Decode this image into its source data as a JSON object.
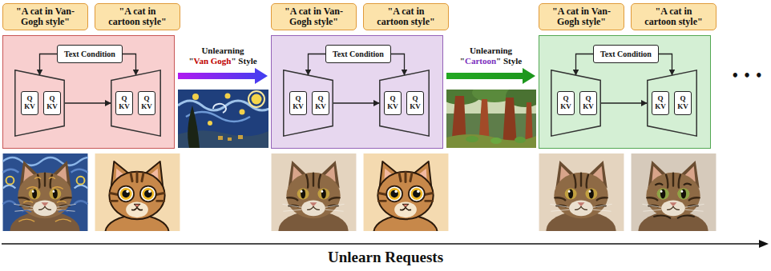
{
  "diagram": {
    "nodes": [
      {
        "text": [
          "\"A cat in Van-Gogh style\""
        ]
      },
      {
        "text": [
          "\"A cat in cartoon style\""
        ]
      },
      {
        "text": []
      },
      {
        "text": [
          "Text Condition"
        ],
        "in": 2
      },
      {
        "text": [],
        "in": 2
      },
      {
        "text": [
          "Q KV"
        ],
        "in": 4
      },
      {
        "text": [
          "Q KV"
        ],
        "in": 4
      },
      {
        "text": [],
        "in": 2
      },
      {
        "text": [
          "Q KV"
        ],
        "in": 7
      },
      {
        "text": [
          "Q KV"
        ],
        "in": 7
      },
      {
        "text": [
          "\"A cat in Van-Gogh style\""
        ]
      },
      {
        "text": [
          "\"A cat in cartoon style\""
        ]
      },
      {
        "text": []
      },
      {
        "text": [
          "Text Condition"
        ],
        "in": 12
      },
      {
        "text": [],
        "in": 12
      },
      {
        "text": [
          "Q KV"
        ],
        "in": 14
      },
      {
        "text": [
          "Q KV"
        ],
        "in": 14
      },
      {
        "text": [],
        "in": 12
      },
      {
        "text": [
          "Q KV"
        ],
        "in": 17
      },
      {
        "text": [
          "Q KV"
        ],
        "in": 17
      },
      {
        "text": [
          "\"A cat in Van-Gogh style\""
        ]
      },
      {
        "text": [
          "\"A cat in cartoon style\""
        ]
      },
      {
        "text": []
      },
      {
        "text": [
          "Text Condition"
        ],
        "in": 22
      },
      {
        "text": [],
        "in": 22
      },
      {
        "text": [
          "Q KV"
        ],
        "in": 24
      },
      {
        "text": [
          "Q KV"
        ],
        "in": 24
      },
      {
        "text": [],
        "in": 22
      },
      {
        "text": [
          "Q KV"
        ],
        "in": 27
      },
      {
        "text": [
          "Q KV"
        ],
        "in": 27
      }
    ],
    "edges": [
      {
        "from": 3,
        "to": 4,
        "arrow": "to"
      },
      {
        "from": 3,
        "to": 7,
        "arrow": "to"
      },
      {
        "from": 4,
        "to": 7,
        "arrow": "to"
      },
      {
        "from": 13,
        "to": 14,
        "arrow": "to"
      },
      {
        "from": 13,
        "to": 17,
        "arrow": "to"
      },
      {
        "from": 14,
        "to": 17,
        "arrow": "to"
      },
      {
        "from": 23,
        "to": 24,
        "arrow": "to"
      },
      {
        "from": 23,
        "to": 27,
        "arrow": "to"
      },
      {
        "from": 24,
        "to": 27,
        "arrow": "to"
      },
      {
        "from": 2,
        "to": 12,
        "arrow": "to",
        "label": "Unlearning \"Van Gogh\" Style"
      },
      {
        "from": 12,
        "to": 22,
        "arrow": "to",
        "label": "Unlearning \"Cartoon\" Style"
      }
    ],
    "labels": [
      "• • •",
      "Unlearn Requests"
    ]
  }
}
